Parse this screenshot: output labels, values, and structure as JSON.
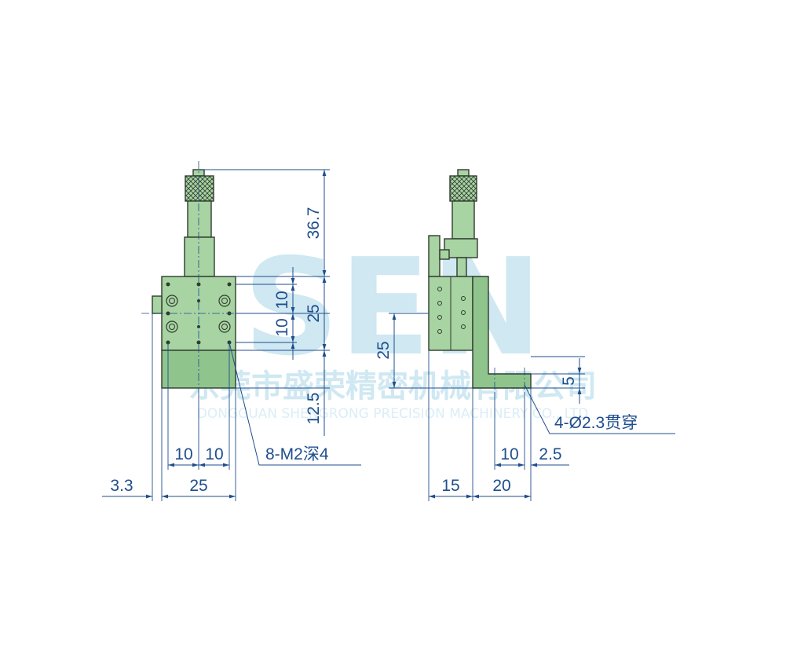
{
  "watermark": {
    "logo": "SEN",
    "company_cn": "东莞市盛荣精密机械有限公司",
    "company_en": "DONGGUAN SHENGRONG PRECISION MACHINERY CO., LTD"
  },
  "colors": {
    "body": "#a8d3a2",
    "dimension": "#1f4e8c",
    "watermark": "#cfe8f2",
    "outline": "#2f3b2f"
  },
  "front_view": {
    "dims": {
      "height_top": "36.7",
      "hole_pitch_top": "10",
      "hole_pitch_top2": "10",
      "center_height": "25",
      "bottom_height": "12.5",
      "hole_pitch_x1": "10",
      "hole_pitch_x2": "10",
      "width": "25",
      "offset": "3.3"
    },
    "callout": "8-M2深4"
  },
  "side_view": {
    "dims": {
      "height": "25",
      "base_thickness": "5",
      "hole_pitch": "10",
      "edge_offset": "2.5",
      "width_left": "15",
      "width_right": "20"
    },
    "callout": "4-Ø2.3贯穿"
  }
}
